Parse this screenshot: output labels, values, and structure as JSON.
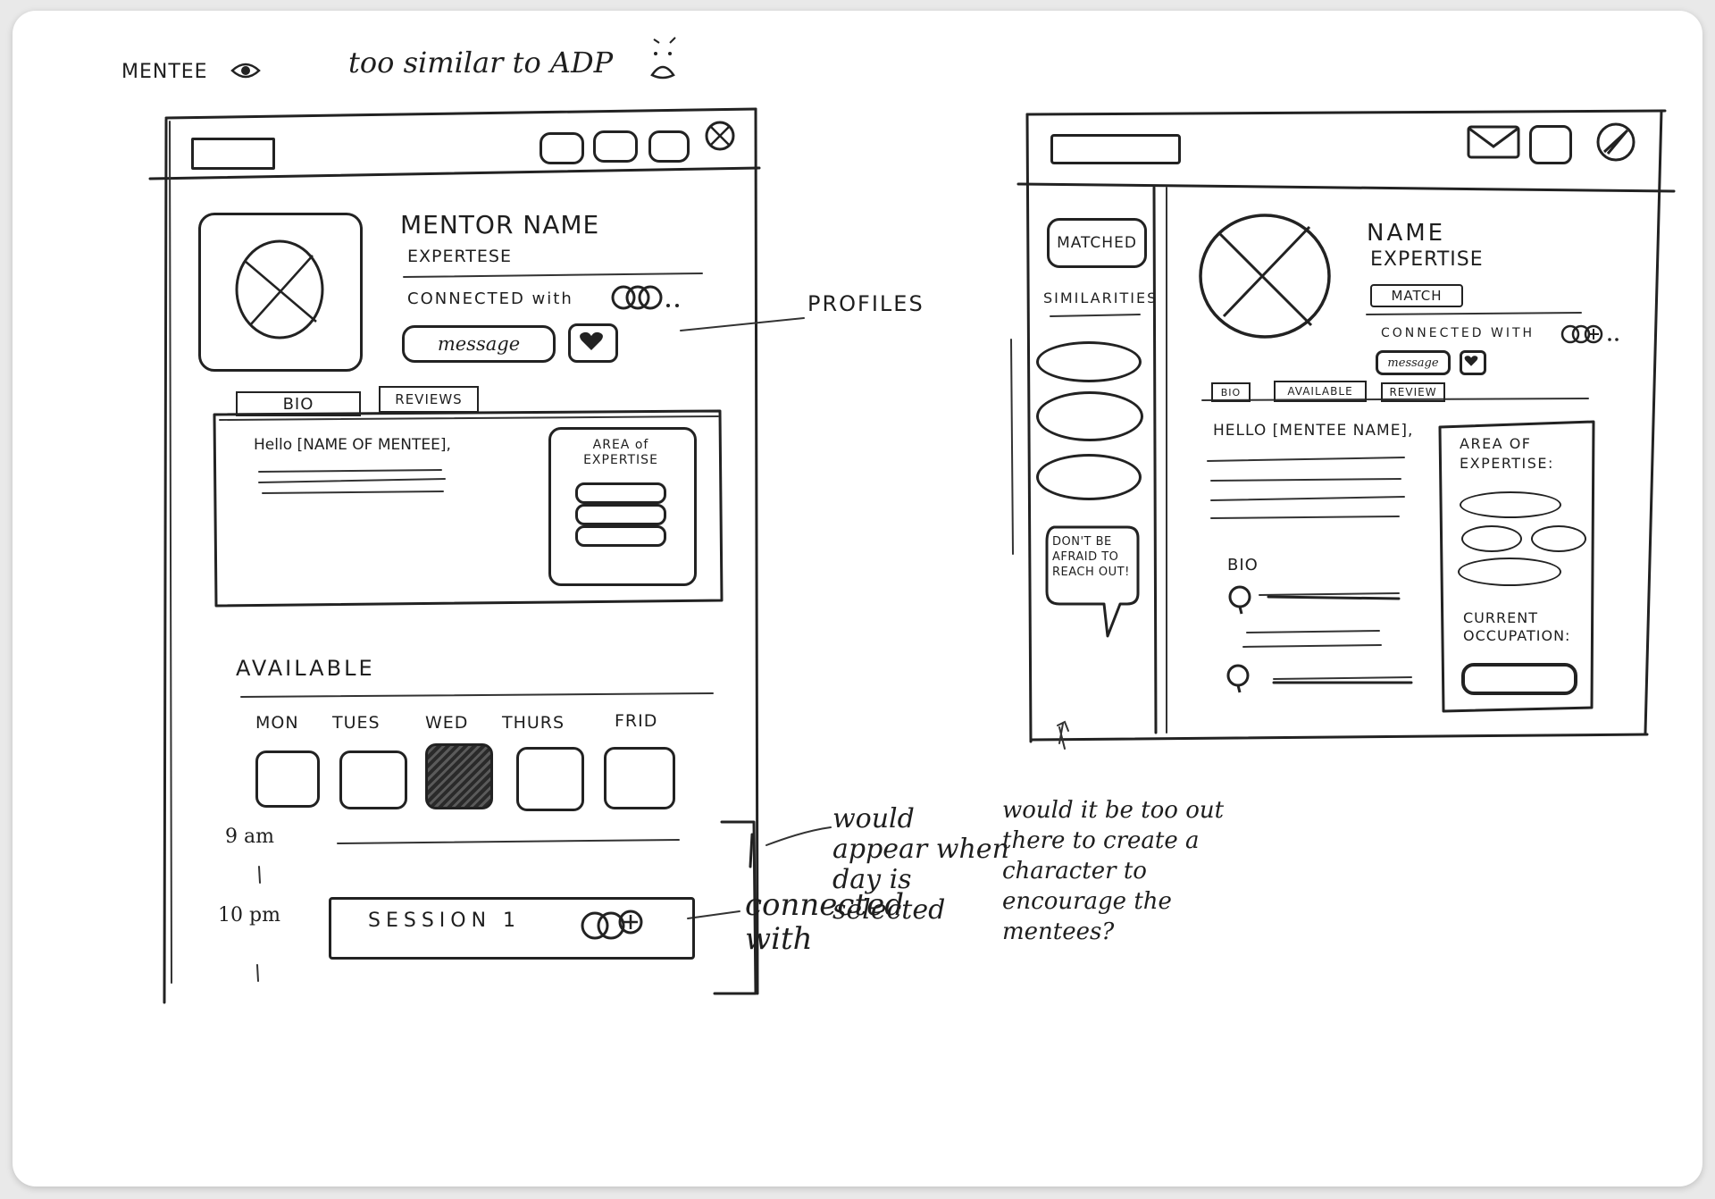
{
  "header": {
    "role_label": "MENTEE",
    "note": "too similar to ADP"
  },
  "left_frame": {
    "mentor_name": "MENTOR NAME",
    "expertise": "EXPERTESE",
    "connected_with": "CONNECTED with",
    "message_button": "message",
    "tabs": [
      "BIO",
      "REVIEWS"
    ],
    "greeting": "Hello [NAME OF MENTEE],",
    "area_title": "AREA of EXPERTISE",
    "available_heading": "AVAILABLE",
    "days": [
      "MON",
      "TUES",
      "WED",
      "THURS",
      "FRID"
    ],
    "selected_day_index": 2,
    "times": [
      "9 am",
      "10 pm"
    ],
    "session_label": "SESSION 1"
  },
  "right_frame": {
    "matched_button": "MATCHED",
    "similarities_label": "SIMILARITIES",
    "speech_bubble": "DON'T BE AFRAID TO REACH OUT!",
    "name": "NAME",
    "expertise": "EXPERTISE",
    "match_badge": "MATCH",
    "connected_with": "CONNECTED WITH",
    "message_button": "message",
    "tabs": [
      "BIO",
      "AVAILABLE",
      "REVIEW"
    ],
    "greeting": "HELLO [MENTEE NAME],",
    "bio_label": "BIO",
    "area_title": "AREA OF EXPERTISE:",
    "occupation_title": "CURRENT OCCUPATION:"
  },
  "annotations": {
    "profiles": "PROFILES",
    "would_appear": "would appear when day is selected",
    "connected_with": "connected with",
    "character_question": "would it be too out there to create a character to encourage the mentees?"
  }
}
